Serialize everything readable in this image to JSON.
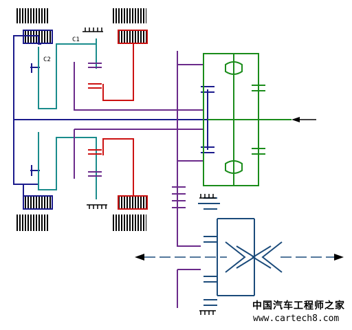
{
  "labels": {
    "c1": "C1",
    "c2": "C2"
  },
  "watermark": {
    "text_cn": "中国汽车工程师之家",
    "url": "www.cartech8.com"
  },
  "colors": {
    "navy": "#1a1a8c",
    "teal": "#1a8c8c",
    "red": "#cc1111",
    "purple": "#6a2a8a",
    "green": "#1a8c1a",
    "steel": "#1a4a7a",
    "black": "#000000"
  }
}
